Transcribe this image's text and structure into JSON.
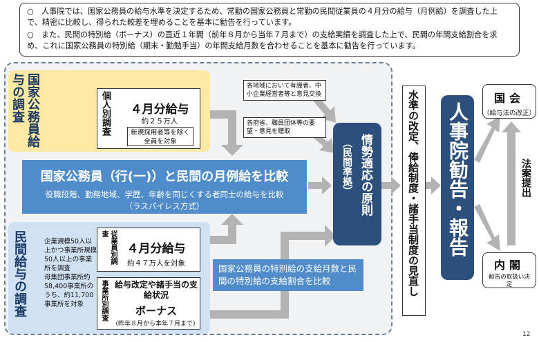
{
  "intro": {
    "line1": "○　人事院では、国家公務員の給与水準を決定するため、常勤の国家公務員と常勤の民間従業員の４月分の給与（月例給）を調査した上で、精密に比較し、得られた較差を埋めることを基本に勧告を行っています。",
    "line2": "○　また、民間の特別給（ボーナス）の直近１年間（前年８月から当年７月まで）の支給実績を調査した上で、民間の年間支給割合を求め、これに国家公務員の特別給（期末・勤勉手当）の年間支給月数を合わせることを基本に勧告を行っています。"
  },
  "national_survey": {
    "title": "国家公務員給与の調査",
    "sub_label": "個人別調査",
    "pay_label": "４月分給与",
    "count": "約２５万人",
    "note": "新規採用者等を除く全員を対象"
  },
  "comparison": {
    "title": "国家公務員（行(一)）と民間の月例給を比較",
    "desc": "役職段階、勤務地域、学歴、年齢を同じくする者同士の給与を比較",
    "method": "（ラスパイレス方式）"
  },
  "private_survey": {
    "title": "民間給与の調査",
    "scope1": "企業規模50人以上かつ事業所規模50人以上の事業所を調査",
    "scope2": "母集団事業所約58,400事業所のうち、約11,700事業所を対象",
    "emp_label": "従業員別調査",
    "pay_label": "４月分給与",
    "emp_count": "約４７万人を対象",
    "est_label": "事業所別調査",
    "est_item": "給与改定や諸手当の支給状況",
    "bonus": "ボーナス",
    "bonus_period": "(昨年８月から本年７月まで)"
  },
  "bonus_compare": "国家公務員の特別給の支給月数と民間の特別給の支給割合を比較",
  "opinion1": "各地域において有識者、中小企業経営者等と意見交換",
  "opinion2": "各府省、職員団体等の要望・意見を聴取",
  "principle": {
    "main": "情勢適応の原則",
    "sub": "（民間準拠）"
  },
  "revision": "水準の改定、俸給制度・諸手当制度の見直し",
  "recommendation": "人事院勧告・報告",
  "diet": {
    "name": "国会",
    "note": "（給与法の改正）"
  },
  "cabinet": {
    "name": "内閣",
    "note": "勧告の取扱い決定"
  },
  "bill": "法案提出",
  "page_number": "12"
}
